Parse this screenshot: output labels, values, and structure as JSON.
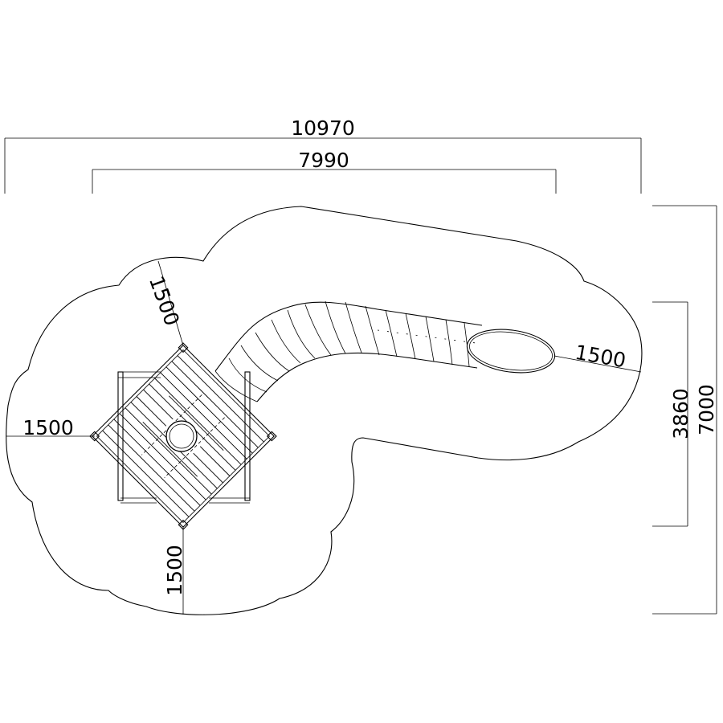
{
  "drawing": {
    "colors": {
      "line": "#000000",
      "background": "#ffffff"
    },
    "dimensions": {
      "overall_width": "10970",
      "structure_width": "7990",
      "overall_depth": "7000",
      "structure_depth": "3860",
      "safety_zone_top_left": "1500",
      "safety_zone_left": "1500",
      "safety_zone_bottom": "1500",
      "safety_zone_slide_exit": "1500"
    }
  }
}
